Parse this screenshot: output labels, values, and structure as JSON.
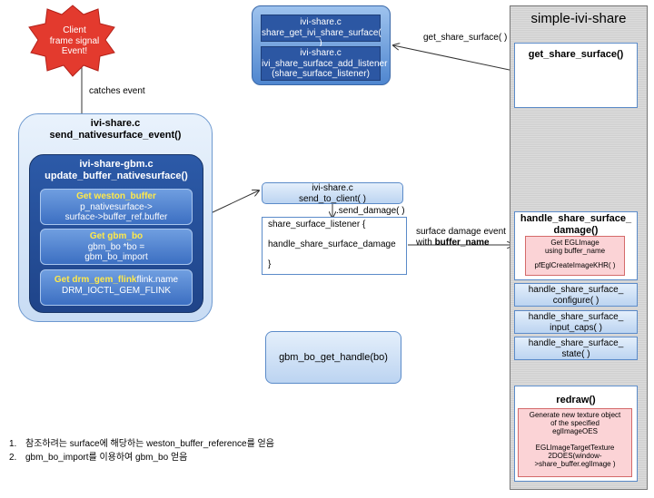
{
  "starburst": {
    "lines": [
      "Client",
      "frame signal",
      "Event!"
    ],
    "color": "#e33a2e"
  },
  "catches_event": "catches event",
  "top_group": {
    "box1": [
      "ivi-share.c",
      "share_get_ivi_share_surface( )"
    ],
    "box2": [
      "ivi-share.c",
      "ivi_share_surface_add_listener",
      "(share_surface_listener)"
    ]
  },
  "get_share_surface_arrow_label": "get_share_surface(  )",
  "right_panel": {
    "title": "simple-ivi-share",
    "get_share_surface": "get_share_surface()",
    "handle_damage_title": [
      "handle_share_surface_",
      "damage()"
    ],
    "egl_box": [
      "Get EGLImage",
      "using buffer_name",
      "",
      "pfEglCreateImageKHR( )"
    ],
    "configure": [
      "handle_share_surface_",
      "configure( )"
    ],
    "input_caps": [
      "handle_share_surface_",
      "input_caps( )"
    ],
    "state": [
      "handle_share_surface_",
      "state( )"
    ],
    "redraw_title": "redraw()",
    "redraw_box": [
      "Generate new texture object",
      "of the specified",
      "eglImageOES",
      "",
      "EGLImageTargetTexture",
      "2DOES(window-",
      ">share_buffer.eglImage )"
    ]
  },
  "left_group": {
    "outer_title": [
      "ivi-share.c",
      "send_nativesurface_event()"
    ],
    "inner_title": [
      "ivi-share-gbm.c",
      "update_buffer_nativesurface()"
    ],
    "weston": {
      "head": "Get weston_buffer",
      "body": [
        "p_nativesurface->",
        "surface->buffer_ref.buffer"
      ]
    },
    "gbm_bo": {
      "head": "Get gbm_bo",
      "body": [
        "gbm_bo *bo =",
        "gbm_bo_import"
      ]
    },
    "flink": {
      "head": "Get drm_gem_flink",
      "tail": "flink.name",
      "body": [
        "DRM_IOCTL_GEM_FLINK"
      ]
    }
  },
  "send_to_client": [
    "ivi-share.c",
    "send_to_client( )"
  ],
  "send_damage_label": ".send_damage(  )",
  "listener_box": [
    "share_surface_listener {",
    "",
    "handle_share_surface_damage",
    "",
    "}"
  ],
  "surface_damage_label": {
    "line1": "surface damage event",
    "line2_prefix": "with ",
    "line2_bold": "buffer_name"
  },
  "gbm_get_handle": "gbm_bo_get_handle(bo)",
  "notes": [
    {
      "num": "1.",
      "text": "참조하려는 surface에 해당하는 weston_buffer_reference를 얻음"
    },
    {
      "num": "2.",
      "text": "gbm_bo_import를 이용하여 gbm_bo 얻음"
    }
  ]
}
